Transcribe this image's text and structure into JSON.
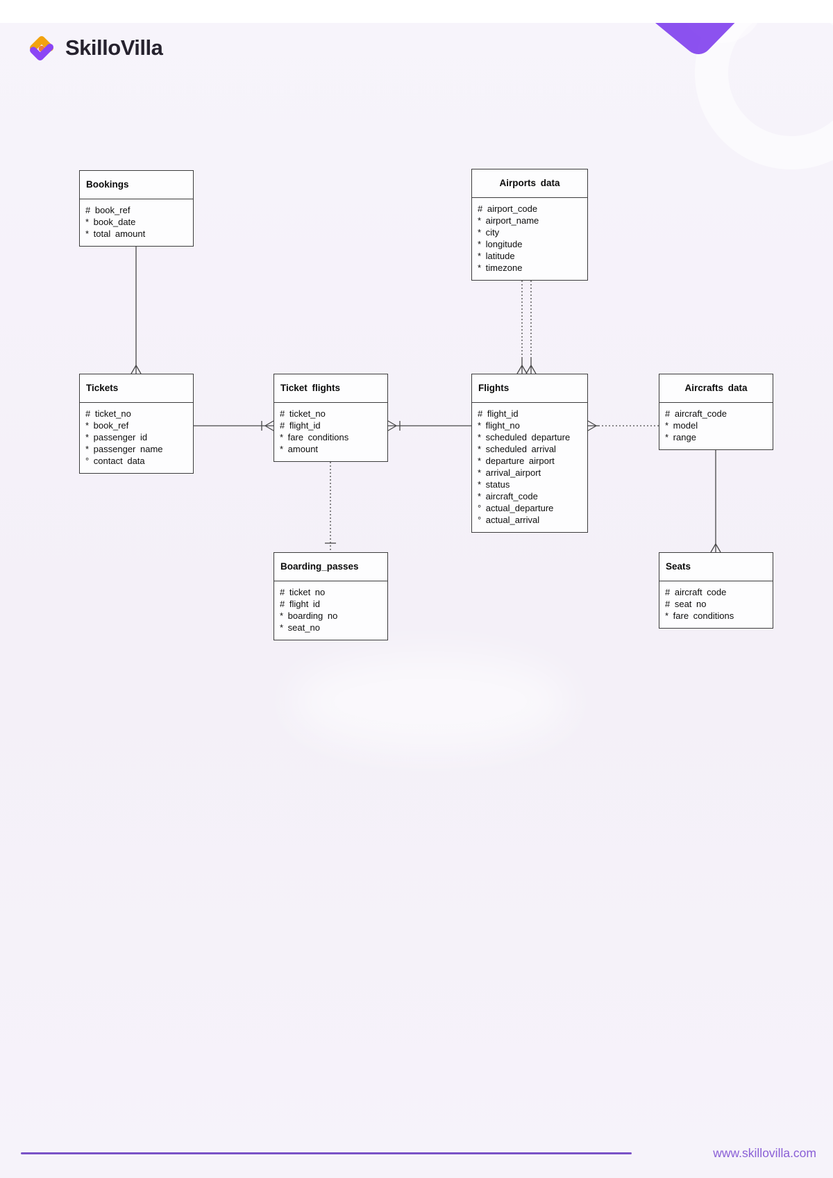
{
  "page": {
    "background": "#f4f0f8",
    "accent_purple": "#7a52c7"
  },
  "header": {
    "brand_name": "SkilloVilla",
    "logo": {
      "icon": "skillovilla-logo-icon",
      "amber": "#f2a30f",
      "purple": "#8a45f5",
      "dot": "#ee7a3c"
    }
  },
  "diagram": {
    "entities": {
      "bookings": {
        "title": "Bookings",
        "attributes": [
          "# book_ref",
          "* book_date",
          "* total amount"
        ]
      },
      "airports": {
        "title": "Airports data",
        "attributes": [
          "# airport_code",
          "* airport_name",
          "* city",
          "* longitude",
          "* latitude",
          "* timezone"
        ]
      },
      "tickets": {
        "title": "Tickets",
        "attributes": [
          "# ticket_no",
          "* book_ref",
          "* passenger id",
          "* passenger name",
          "° contact data"
        ]
      },
      "ticket_flights": {
        "title": "Ticket flights",
        "attributes": [
          "# ticket_no",
          "# flight_id",
          "* fare conditions",
          "* amount"
        ]
      },
      "flights": {
        "title": "Flights",
        "attributes": [
          "# flight_id",
          "* flight_no",
          "* scheduled departure",
          "* scheduled arrival",
          "* departure airport",
          "* arrival_airport",
          "* status",
          "* aircraft_code",
          "° actual_departure",
          "° actual_arrival"
        ]
      },
      "aircrafts": {
        "title": "Aircrafts data",
        "attributes": [
          "# aircraft_code",
          "* model",
          "* range"
        ]
      },
      "boarding_passes": {
        "title": "Boarding_passes",
        "attributes": [
          "# ticket no",
          "# flight id",
          "* boarding no",
          "* seat_no"
        ]
      },
      "seats": {
        "title": "Seats",
        "attributes": [
          "# aircraft code",
          "# seat no",
          "* fare conditions"
        ]
      }
    },
    "relationships": [
      {
        "from": "bookings",
        "to": "tickets",
        "style": "solid",
        "many_side": "tickets"
      },
      {
        "from": "tickets",
        "to": "ticket_flights",
        "style": "solid",
        "many_side": "ticket_flights"
      },
      {
        "from": "ticket_flights",
        "to": "flights",
        "style": "solid",
        "many_side": "ticket_flights"
      },
      {
        "from": "airports",
        "to": "flights",
        "style": "dotted",
        "many_side": "flights",
        "lines": 2
      },
      {
        "from": "flights",
        "to": "aircrafts",
        "style": "dotted",
        "many_side": "flights"
      },
      {
        "from": "ticket_flights",
        "to": "boarding_passes",
        "style": "dotted",
        "many_side": "none"
      },
      {
        "from": "aircrafts",
        "to": "seats",
        "style": "solid",
        "many_side": "seats"
      }
    ]
  },
  "footer": {
    "website": "www.skillovilla.com"
  }
}
